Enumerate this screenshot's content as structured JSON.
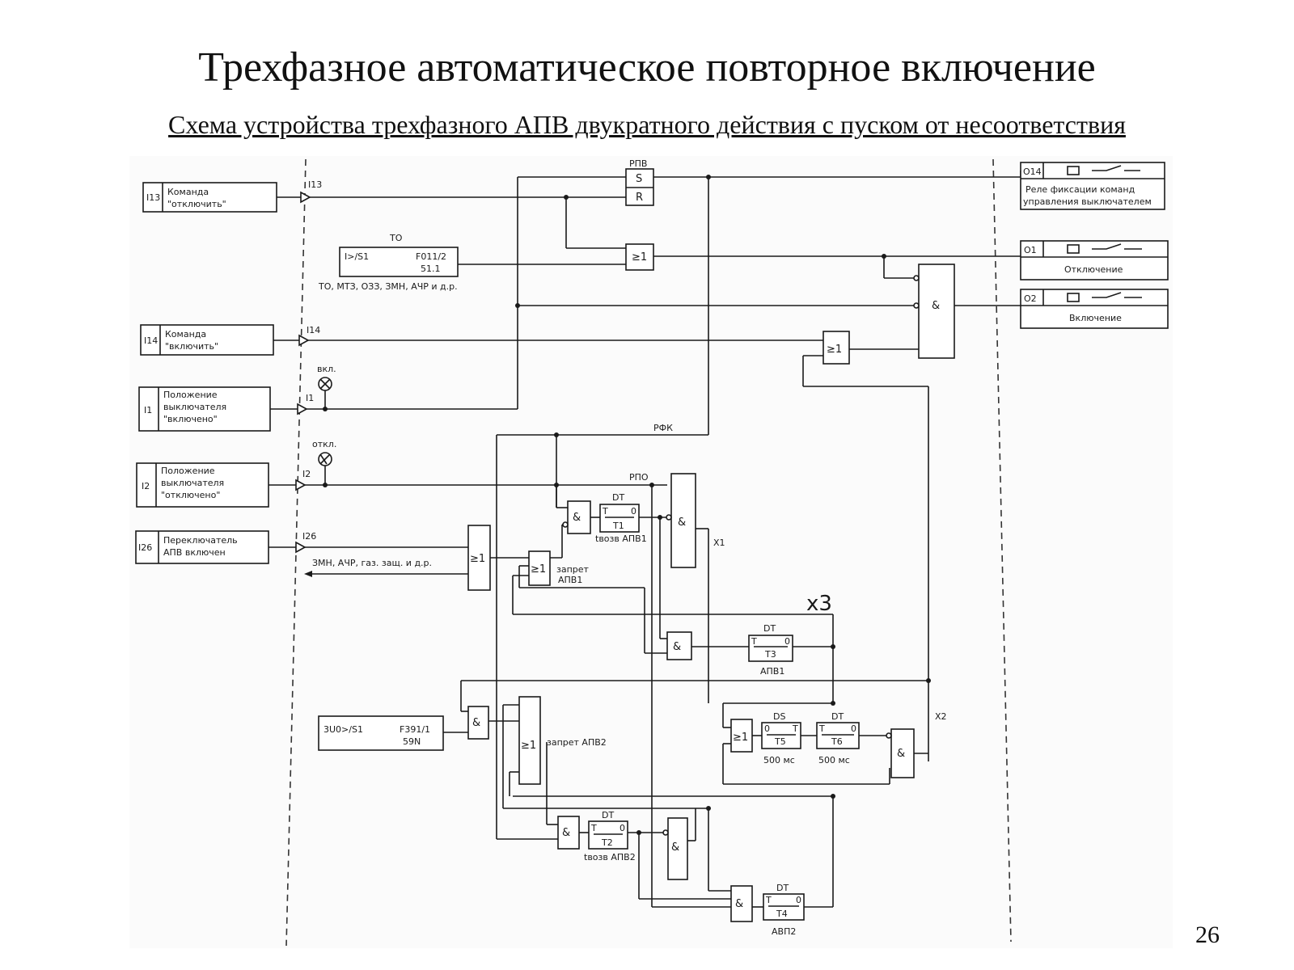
{
  "title": "Трехфазное автоматическое повторное включение",
  "subtitle": "Схема устройства трехфазного АПВ двукратного действия с пуском от несоответствия",
  "page_number": "26",
  "inputs": [
    {
      "code": "I13",
      "l1": "Команда",
      "l2": "\"отключить\"",
      "l3": "",
      "sig": "I13"
    },
    {
      "code": "I14",
      "l1": "Команда",
      "l2": "\"включить\"",
      "l3": "",
      "sig": "I14"
    },
    {
      "code": "I1",
      "l1": "Положение",
      "l2": "выключателя",
      "l3": "\"включено\"",
      "sig": "I1"
    },
    {
      "code": "I2",
      "l1": "Положение",
      "l2": "выключателя",
      "l3": "\"отключено\"",
      "sig": "I2"
    },
    {
      "code": "I26",
      "l1": "Переключатель",
      "l2": "АПВ включен",
      "l3": "",
      "sig": "I26"
    }
  ],
  "lamps": {
    "on": "вкл.",
    "off": "откл."
  },
  "to_block": {
    "header": "ТО",
    "func": "I>/S1",
    "code": "F011/2",
    "ansi": "51.1",
    "note": "ТО, МТЗ, ОЗЗ, ЗМН, АЧР и д.р."
  },
  "u0_block": {
    "func": "3U0>/S1",
    "code": "F391/1",
    "ansi": "59N"
  },
  "extra_start": "ЗМН, АЧР, газ. защ. и д.р.",
  "rpv": {
    "label": "РПВ",
    "s": "S",
    "r": "R"
  },
  "rfk": "РФК",
  "rpo": "РПО",
  "gates": {
    "or": "≥1",
    "and": "&"
  },
  "timers": {
    "dt": "DT",
    "ds": "DS",
    "t_in": "T",
    "t_out": "0",
    "t_out_ds": "T",
    "t_in_ds": "0",
    "t1": "T1",
    "t2": "T2",
    "t3": "T3",
    "t4": "T4",
    "t5": "T5",
    "t6": "T6",
    "t1_note": "tвозв АПВ1",
    "t2_note": "tвозв АПВ2",
    "t3_note": "АПВ1",
    "t4_note": "АВП2",
    "t5_note": "500 мс",
    "t6_note": "500 мс"
  },
  "notes": {
    "zapret1_a": "запрет",
    "zapret1_b": "АПВ1",
    "zapret2": "запрет АПВ2"
  },
  "points": {
    "x1": "X1",
    "x2": "X2",
    "x3": "x3"
  },
  "outputs": [
    {
      "code": "O14",
      "l1": "Реле фиксации команд",
      "l2": "управления выключателем"
    },
    {
      "code": "O1",
      "l1": "Отключение",
      "l2": ""
    },
    {
      "code": "O2",
      "l1": "Включение",
      "l2": ""
    }
  ]
}
